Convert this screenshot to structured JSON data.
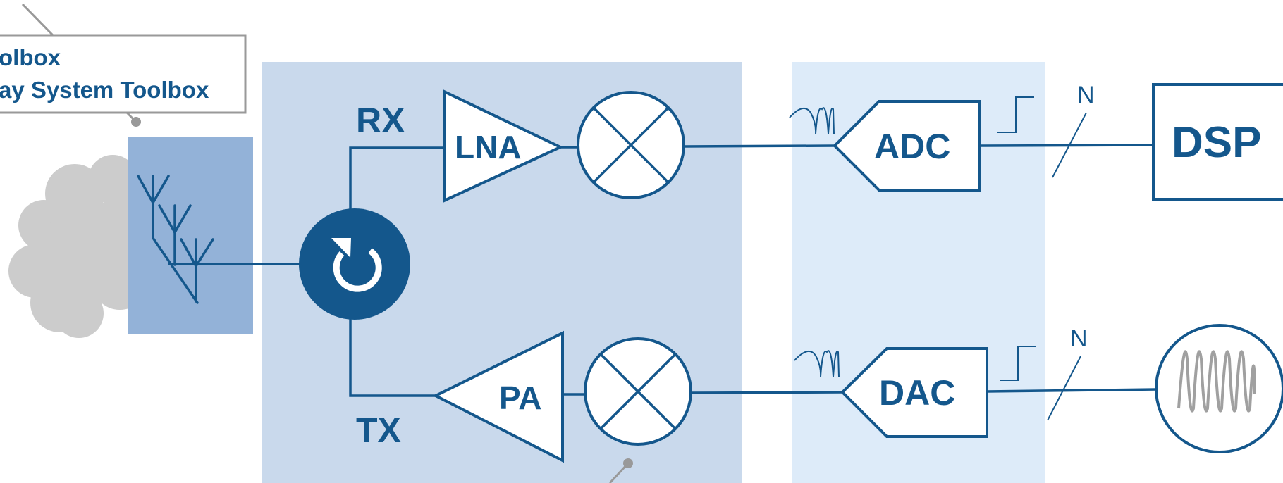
{
  "callout": {
    "line1": "olbox",
    "line2": "ay System Toolbox"
  },
  "labels": {
    "rx": "RX",
    "tx": "TX",
    "lna": "LNA",
    "pa": "PA",
    "adc": "ADC",
    "dac": "DAC",
    "dsp": "DSP",
    "bus_width_rx": "N",
    "bus_width_tx": "N"
  },
  "colors": {
    "primary": "#14578c",
    "rf_panel": "#c9d9ec",
    "mixed_signal_panel": "#ddebf9",
    "antenna_panel": "#93b2d8",
    "cloud": "#cccccc",
    "callout_border": "#999999"
  },
  "icons": {
    "circulator": "circulator-icon",
    "antenna_array": "antenna-array-icon",
    "mixer": "mixer-icon",
    "signal_source": "signal-source-icon",
    "cloud": "cloud-icon"
  }
}
